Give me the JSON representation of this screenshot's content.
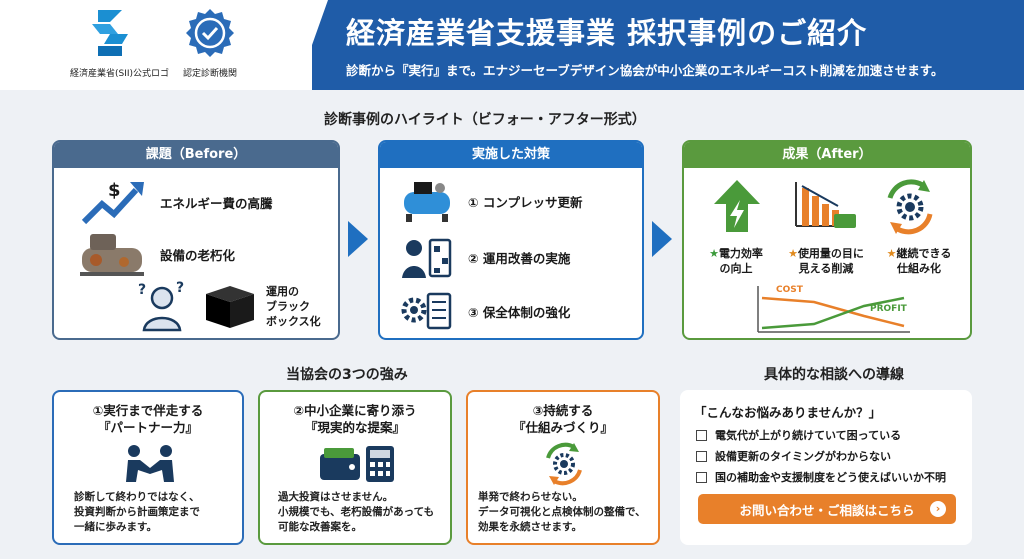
{
  "header": {
    "logo1_caption": "経済産業省(SII)公式ロゴ",
    "logo2_caption": "認定診断機関",
    "title": "経済産業省支援事業 採択事例のご紹介",
    "subtitle": "診断から『実行』まで。エナジーセーブデザイン協会が中小企業のエネルギーコスト削減を加速させます。"
  },
  "highlight": {
    "title": "診断事例のハイライト（ビフォー・アフター形式）",
    "before": {
      "head": "課題（Before）",
      "items": [
        "エネルギー費の高騰",
        "設備の老朽化",
        "運用の\nブラック\nボックス化"
      ]
    },
    "action": {
      "head": "実施した対策",
      "items": [
        "① コンプレッサ更新",
        "② 運用改善の実施",
        "③ 保全体制の強化"
      ]
    },
    "after": {
      "head": "成果（After）",
      "results": [
        {
          "star": "★",
          "line1": "電力効率",
          "line2": "の向上"
        },
        {
          "star": "★",
          "line1": "使用量の目に",
          "line2": "見える削減"
        },
        {
          "star": "★",
          "line1": "継続できる",
          "line2": "仕組み化"
        }
      ],
      "cost_label": "COST",
      "profit_label": "PROFIT"
    }
  },
  "strengths": {
    "title": "当協会の3つの強み",
    "cards": [
      {
        "line1": "①実行まで伴走する",
        "line2": "『パートナー力』",
        "body": "診断して終わりではなく、\n投資判断から計画策定まで\n一緒に歩みます。"
      },
      {
        "line1": "②中小企業に寄り添う",
        "line2": "『現実的な提案』",
        "body": "過大投資はさせません。\n小規模でも、老朽設備があっても\n可能な改善案を。"
      },
      {
        "line1": "③持続する",
        "line2": "『仕組みづくり』",
        "body": "単発で終わらせない。\nデータ可視化と点検体制の整備で、\n効果を永続させます。"
      }
    ]
  },
  "consult": {
    "title": "具体的な相談への導線",
    "question": "「こんなお悩みありませんか？」",
    "checks": [
      "電気代が上がり続けていて困っている",
      "設備更新のタイミングがわからない",
      "国の補助金や支援制度をどう使えばいいか不明"
    ],
    "cta_label": "お問い合わせ・ご相談はこちら",
    "cta_icon": "›"
  },
  "colors": {
    "navy": "#1f5ca8",
    "before": "#4a6a8e",
    "action": "#1f6fc0",
    "after": "#5a9a3e",
    "orange": "#e8802a",
    "green": "#3a9a3a"
  }
}
